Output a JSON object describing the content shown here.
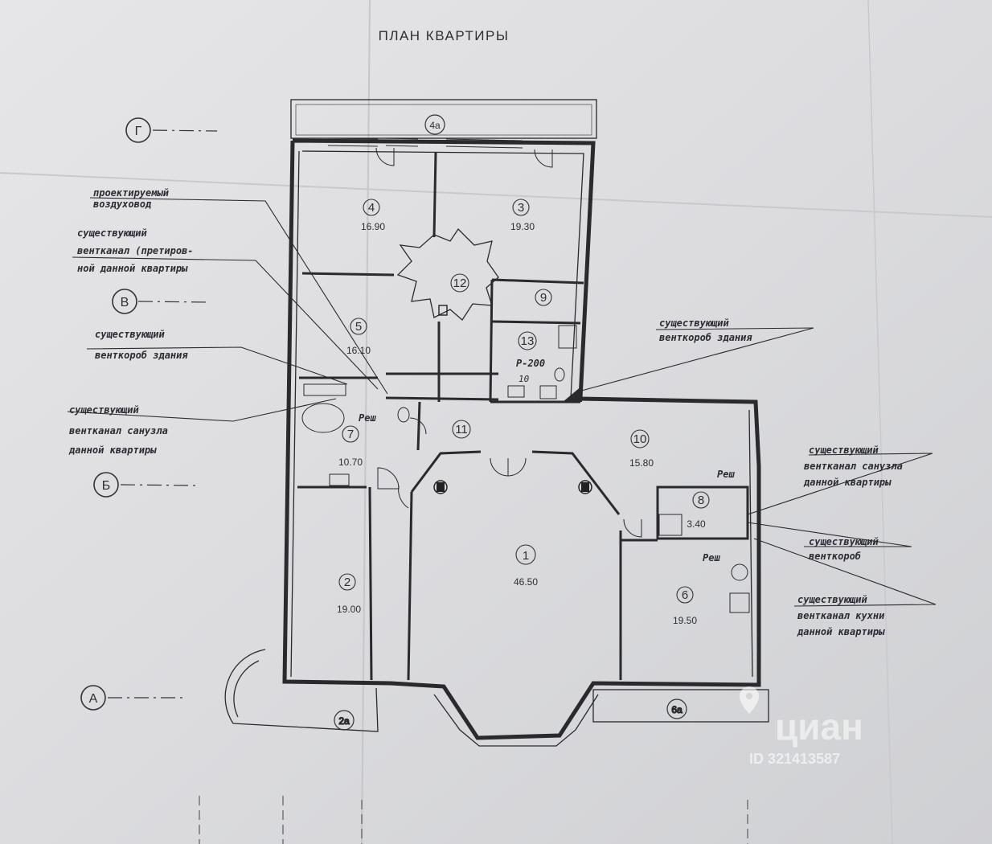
{
  "title": "ПЛАН КВАРТИРЫ",
  "axes": [
    "Г",
    "В",
    "Б",
    "А"
  ],
  "rooms": [
    {
      "num": "1",
      "area": "46.50"
    },
    {
      "num": "2",
      "area": "19.00"
    },
    {
      "num": "3",
      "area": "19.30"
    },
    {
      "num": "4",
      "area": "16.90"
    },
    {
      "num": "5",
      "area": "16.10"
    },
    {
      "num": "6",
      "area": "19.50"
    },
    {
      "num": "7",
      "area": "10.70"
    },
    {
      "num": "8",
      "area": "3.40"
    },
    {
      "num": "9",
      "area": ""
    },
    {
      "num": "10",
      "area": "15.80"
    },
    {
      "num": "11",
      "area": ""
    },
    {
      "num": "12",
      "area": ""
    },
    {
      "num": "13",
      "area": "10"
    }
  ],
  "balconies": [
    "4а",
    "2а",
    "6а"
  ],
  "annotations": {
    "left_1": [
      "проектируемый",
      "воздуховод"
    ],
    "left_2": [
      "существующий",
      "вентканал (претиров-",
      "ной данной квартиры"
    ],
    "left_3": [
      "существующий",
      "венткороб здания"
    ],
    "left_4": [
      "существующий",
      "вентканал санузла",
      "данной квартиры"
    ],
    "center": [
      "существующий",
      "венткороб здания"
    ],
    "right_1": [
      "существующий",
      "вентканал санузла",
      "данной квартиры"
    ],
    "right_2": [
      "существующий",
      "венткороб"
    ],
    "right_3": [
      "существующий",
      "вентканал кухни",
      "данной квартиры"
    ]
  },
  "reshch": "Реш",
  "r200": "Р-200",
  "watermark": {
    "logo": "циан",
    "id": "ID 321413587"
  }
}
